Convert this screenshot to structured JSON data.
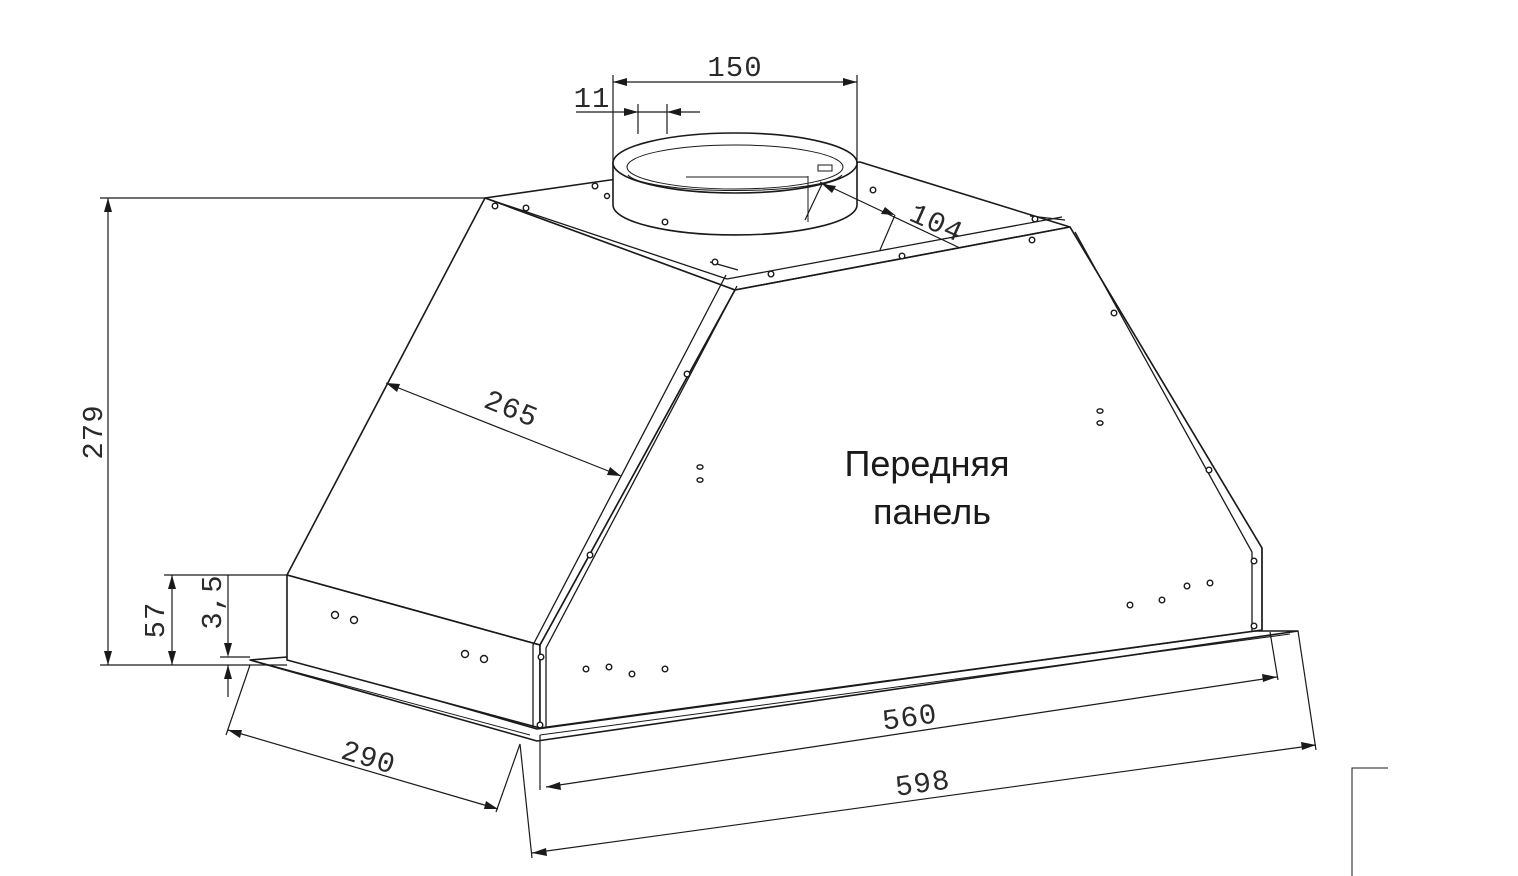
{
  "diagram": {
    "front_label": [
      "Передняя",
      "панель"
    ],
    "dimensions": {
      "outlet_diameter": "150",
      "outlet_offset": "11",
      "outlet_depth": "104",
      "side_depth": "265",
      "total_height": "279",
      "base_height": "57",
      "flange_thickness": "3,5",
      "depth": "290",
      "inner_width": "560",
      "total_width": "598"
    }
  }
}
